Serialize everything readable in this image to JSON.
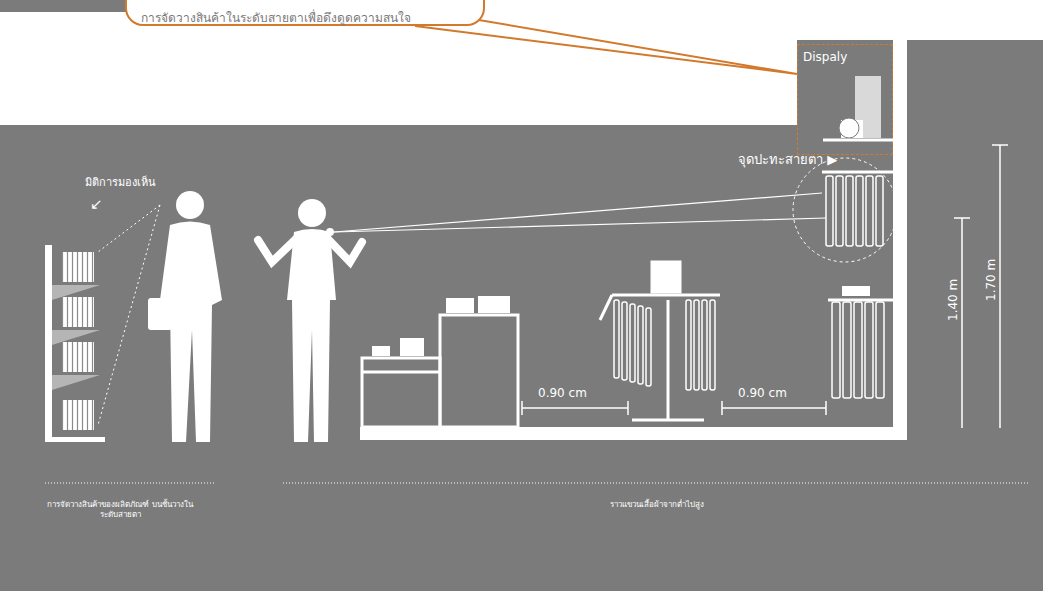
{
  "diagram": {
    "nodes": [
      {
        "text": [
          "การจัดวางสินค้าในระดับสายตาเพื่อดึงดูดความสนใจ"
        ]
      },
      {
        "text": [
          "Dispaly"
        ]
      }
    ],
    "edges": [
      {
        "from": 0,
        "to": 1,
        "arrow": "none"
      }
    ],
    "labels": [
      "มิติการมองเห็น",
      "↙",
      "จุดปะทะสายตา ▶",
      "0.90 cm",
      "0.90 cm",
      "1.40 m",
      "1.70 m",
      "การจัดวางสินค้าของผลิตภัณฑ์ บนชั้นวางในระดับสายตา",
      "ราวแขวนเสื้อผ้าจากต่ำไปสูง"
    ]
  }
}
